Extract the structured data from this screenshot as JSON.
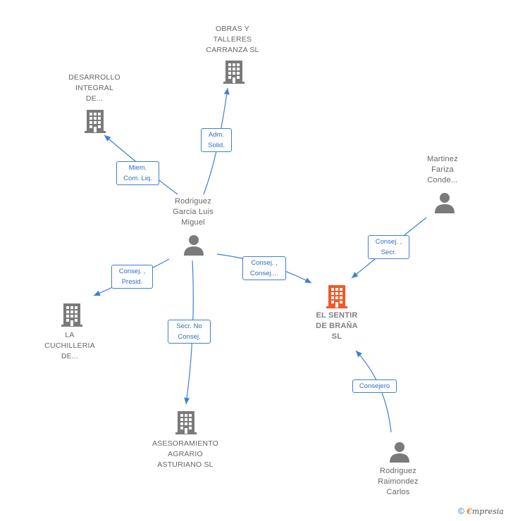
{
  "nodes": {
    "obras": {
      "label": "OBRAS Y\nTALLERES\nCARRANZA SL",
      "type": "company"
    },
    "desarrollo": {
      "label": "DESARROLLO\nINTEGRAL\nDE...",
      "type": "company"
    },
    "martinez": {
      "label": "Martinez\nFariza\nConde...",
      "type": "person"
    },
    "rodriguez_garcia": {
      "label": "Rodriguez\nGarcia Luis\nMiguel",
      "type": "person"
    },
    "el_sentir": {
      "label": "EL SENTIR\nDE BRAÑA\nSL",
      "type": "company-main"
    },
    "cuchilleria": {
      "label": "LA\nCUCHILLERIA\nDE...",
      "type": "company"
    },
    "asesoramiento": {
      "label": "ASESORAMIENTO\nAGRARIO\nASTURIANO SL",
      "type": "company"
    },
    "rodriguez_raimondez": {
      "label": "Rodriguez\nRaimondez\nCarlos",
      "type": "person"
    }
  },
  "edges": {
    "adm_solid": "Adm.\nSolid.",
    "miem_com": "Miem.\nCom. Liq.",
    "consej_secr": "Consej. ,\nSecr.",
    "consej_consej": "Consej. ,\nConsej....",
    "consej_presid": "Consej. ,\nPresid.",
    "secr_no_consej": "Secr.  No\nConsej.",
    "consejero": "Consejero"
  },
  "colors": {
    "edge": "#3d7fd6",
    "icon_gray": "#7a7a7a",
    "icon_main": "#f05a28"
  },
  "footer": {
    "copyright": "©",
    "brand_e": "€",
    "brand_rest": "mpresia"
  }
}
